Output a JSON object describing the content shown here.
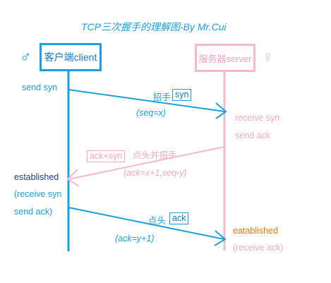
{
  "title": "TCP三次握手的理解图-By Mr.Cui",
  "client": {
    "label": "客户端client",
    "symbol": "♂"
  },
  "server": {
    "label": "服务器server",
    "symbol": "♀"
  },
  "steps": [
    {
      "action": "招手",
      "packet": "syn",
      "params": "(seq=x)"
    },
    {
      "action": "点头并招手",
      "packet": "ack+syn",
      "params": "(ack=x+1,seq-y)"
    },
    {
      "action": "点头",
      "packet": "ack",
      "params": "(ack=y+1)"
    }
  ],
  "client_notes": [
    "send syn",
    "established",
    "(receive syn",
    "send ack)"
  ],
  "server_notes": [
    "receive syn",
    "send ack",
    "eatablished",
    "(receive ack)"
  ],
  "colors": {
    "client": "#1aa0dc",
    "server": "#f5b9cd",
    "established_client": "#1a3f93",
    "established_server": "#e8780e"
  }
}
